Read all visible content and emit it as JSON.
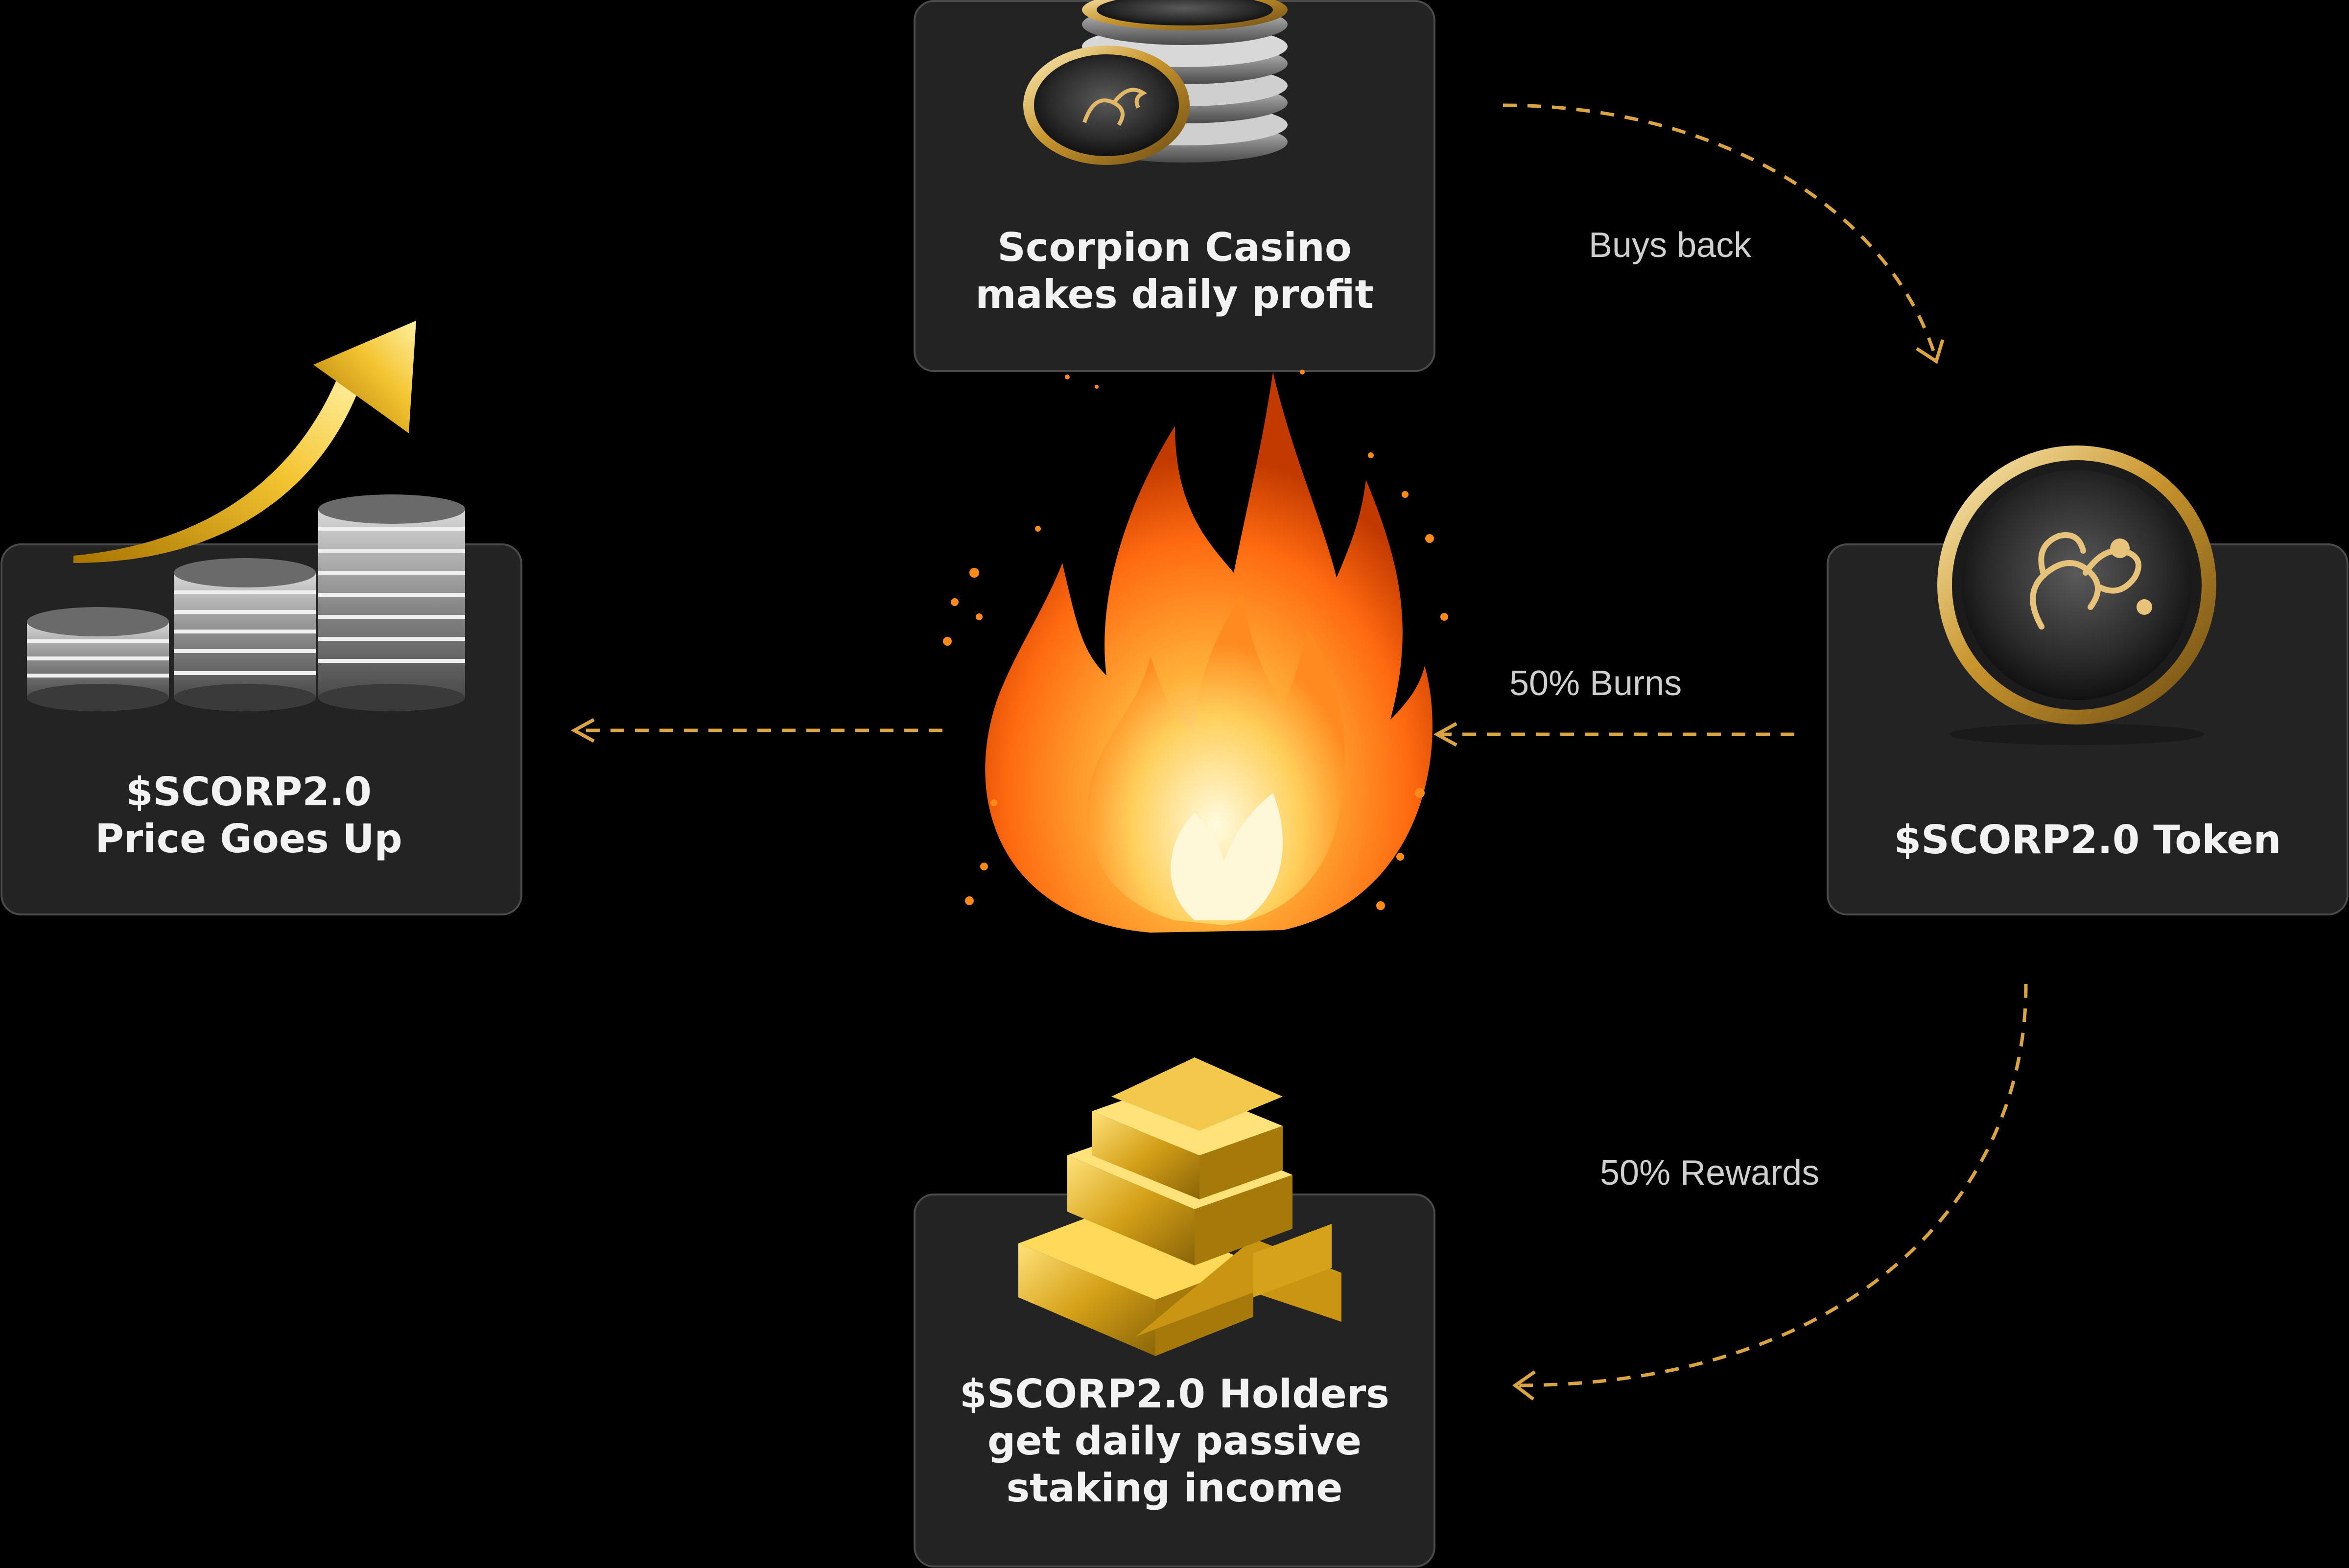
{
  "cards": {
    "casino": {
      "line1": "Scorpion Casino",
      "line2": "makes daily profit"
    },
    "token": {
      "line1": "$SCORP2.0 Token"
    },
    "price": {
      "line1": "$SCORP2.0",
      "line2": "Price Goes Up"
    },
    "holders": {
      "line1": "$SCORP2.0 Holders",
      "line2": "get daily passive",
      "line3": "staking income"
    }
  },
  "flows": {
    "buys_back": "Buys back",
    "burns": "50% Burns",
    "rewards": "50% Rewards"
  },
  "colors": {
    "background": "#000000",
    "card": "#232323",
    "card_border": "#4a4a4a",
    "arrow": "#d9a441",
    "gold": "#e6b422",
    "flame": "#ff7a1a"
  },
  "icons": {
    "casino": "scorpion-coin-stack-icon",
    "token": "scorpion-coin-icon",
    "price": "rising-coin-stacks-arrow-icon",
    "holders": "gold-bars-icon",
    "center": "fire-icon"
  }
}
